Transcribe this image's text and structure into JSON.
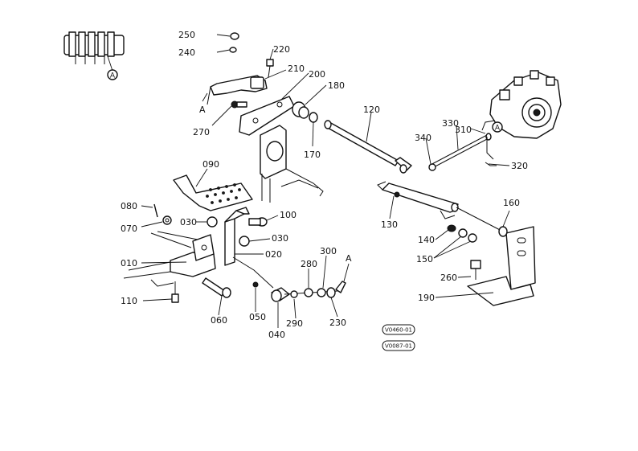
{
  "part_labels": [
    {
      "id": "p250",
      "text": "250"
    },
    {
      "id": "p240",
      "text": "240"
    },
    {
      "id": "p220",
      "text": "220"
    },
    {
      "id": "p210",
      "text": "210"
    },
    {
      "id": "p200",
      "text": "200"
    },
    {
      "id": "p180",
      "text": "180"
    },
    {
      "id": "p270",
      "text": "270"
    },
    {
      "id": "p170",
      "text": "170"
    },
    {
      "id": "p120",
      "text": "120"
    },
    {
      "id": "p330",
      "text": "330"
    },
    {
      "id": "p310",
      "text": "310"
    },
    {
      "id": "p340",
      "text": "340"
    },
    {
      "id": "p320",
      "text": "320"
    },
    {
      "id": "p090",
      "text": "090"
    },
    {
      "id": "p080",
      "text": "080"
    },
    {
      "id": "p070",
      "text": "070"
    },
    {
      "id": "p030a",
      "text": "030"
    },
    {
      "id": "p100",
      "text": "100"
    },
    {
      "id": "p030b",
      "text": "030"
    },
    {
      "id": "p130",
      "text": "130"
    },
    {
      "id": "p160",
      "text": "160"
    },
    {
      "id": "p140",
      "text": "140"
    },
    {
      "id": "p150",
      "text": "150"
    },
    {
      "id": "p010",
      "text": "010"
    },
    {
      "id": "p020",
      "text": "020"
    },
    {
      "id": "p280",
      "text": "280"
    },
    {
      "id": "p300",
      "text": "300"
    },
    {
      "id": "p260",
      "text": "260"
    },
    {
      "id": "p190",
      "text": "190"
    },
    {
      "id": "p110",
      "text": "110"
    },
    {
      "id": "p060",
      "text": "060"
    },
    {
      "id": "p050",
      "text": "050"
    },
    {
      "id": "p290",
      "text": "290"
    },
    {
      "id": "p230",
      "text": "230"
    },
    {
      "id": "p040",
      "text": "040"
    }
  ],
  "callouts": {
    "a_letter": "A"
  },
  "reference_codes": [
    "V0460-01",
    "V0087-01"
  ]
}
